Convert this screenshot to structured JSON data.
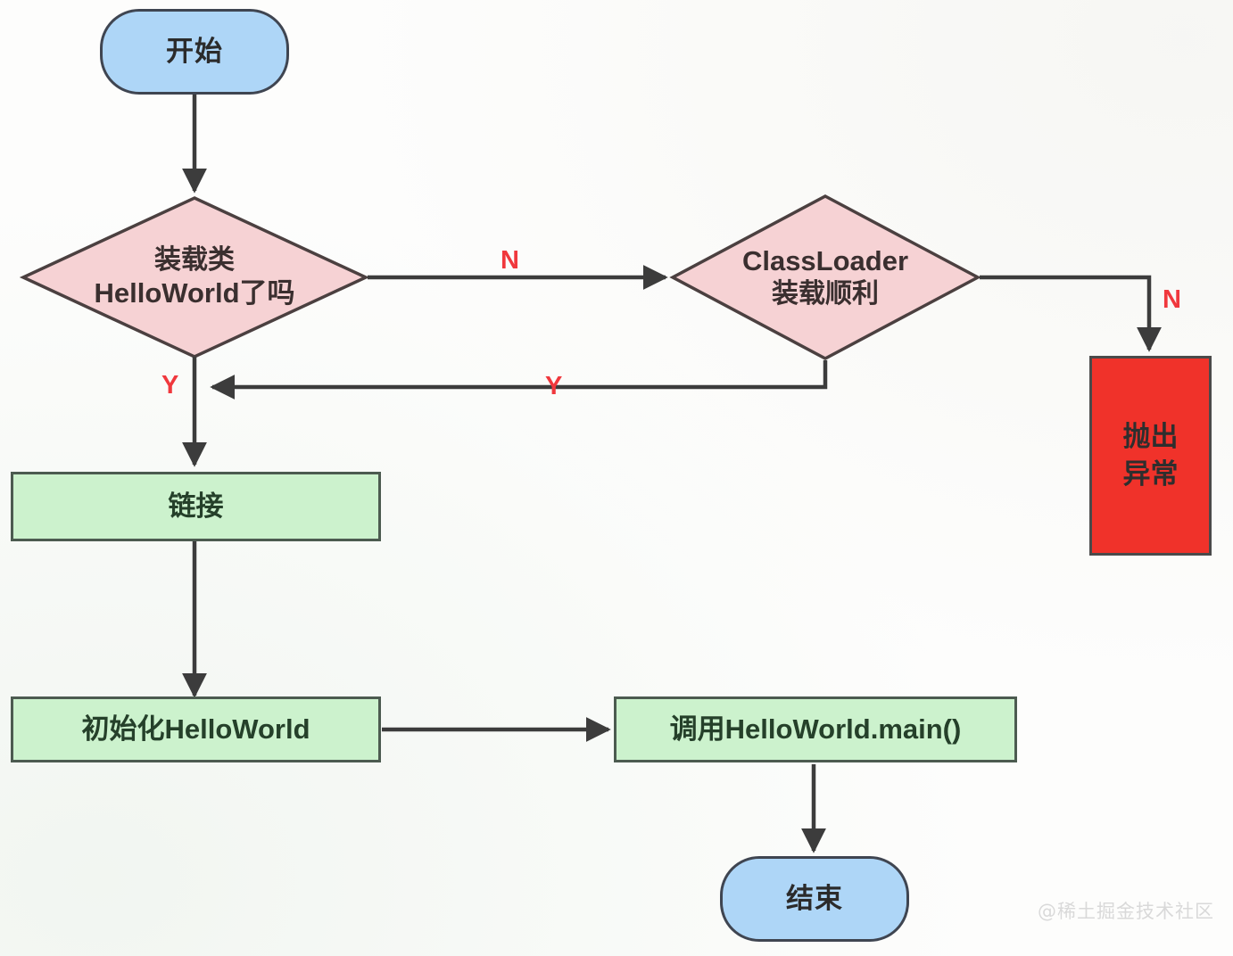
{
  "diagram": {
    "title": "Java class loading flowchart",
    "colors": {
      "terminal_fill": "#aed6f7",
      "process_fill": "#ccf2cd",
      "decision_fill": "#f6d2d4",
      "error_fill": "#f0322a",
      "stroke": "#3f4551",
      "edge_label": "#f0383d",
      "background": "#fdfdfc"
    },
    "nodes": {
      "start": {
        "label": "开始",
        "shape": "stadium"
      },
      "decision_loaded": {
        "line1": "装载类",
        "line2": "HelloWorld了吗",
        "shape": "diamond"
      },
      "decision_classloader": {
        "line1": "ClassLoader",
        "line2": "装载顺利",
        "shape": "diamond"
      },
      "throw_exception": {
        "line1": "抛出",
        "line2": "异常",
        "shape": "rect"
      },
      "link": {
        "label": "链接",
        "shape": "rect"
      },
      "init": {
        "label": "初始化HelloWorld",
        "shape": "rect"
      },
      "call_main": {
        "label": "调用HelloWorld.main()",
        "shape": "rect"
      },
      "end": {
        "label": "结束",
        "shape": "stadium"
      }
    },
    "edge_labels": {
      "loaded_no": "N",
      "loaded_yes": "Y",
      "classloader_no": "N",
      "classloader_yes": "Y"
    },
    "watermark": "@稀土掘金技术社区"
  }
}
